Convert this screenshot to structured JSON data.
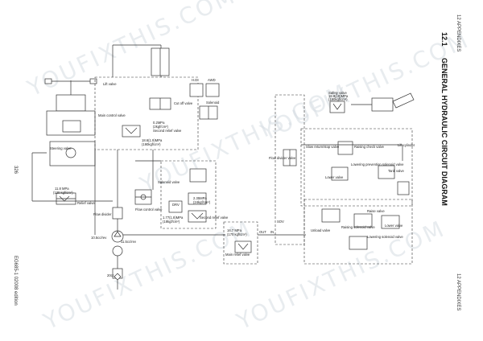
{
  "header": {
    "section_right_top": "12 APPENDIXES",
    "section_right_bottom": "12 APPENDIXES",
    "title_number": "12.1",
    "title": "GENERAL HYDRAULIC CIRCUIT DIAGRAM",
    "page_number": "326",
    "edition": "EG685-1 02008 edition"
  },
  "watermark": "YOUFIXTHIS.COM",
  "labels": {
    "lift_valve": "Lift valve",
    "cut_off_valve": "Cut off valve",
    "main_control_valve": "Main control valve",
    "second_relief_valve": "Second relief valve",
    "pressure_1": "0.2MPa",
    "pressure_1b": "(2kgf/cm²)",
    "pressure_2": "18.6(1.9)MPa",
    "pressure_2b": "(190kgf/cm²)",
    "solenoid": "Solenoid",
    "hd": "H.D",
    "awd": "AWD",
    "steering_valve": "Steering valve",
    "pressure_3": "11.8 MPa",
    "pressure_3b": "(120 kgf/cm²)",
    "relief_valve": "Relief valve",
    "flow_divider": "Flow divider",
    "flow_control_valve": "Flow control valve",
    "solenoid_valve": "Solenoid valve",
    "pressure_4": "2.35MPa",
    "pressure_4b": "(24kgf/cm²)",
    "pressure_5": "1.77(1.8)MPa",
    "pressure_5b": "(18kgf/cm²)",
    "second_relief_valve_2": "Second relief valve",
    "drv": "DRV",
    "pump_1": "10.5cc/rev",
    "pump_2": "11.5cc/rev",
    "pump_3": "20cc",
    "flow_divider_valve": "Flow divider valve",
    "pressure_6": "16.7 MPa",
    "pressure_6b": "(170 kgf/cm²)",
    "main_relief_valve": "Main relief valve",
    "safety_valve": "Safety valve",
    "pressure_7": "18.8(19)MPa",
    "pressure_7b": "(190kgf/cm²)",
    "slow_return_valve": "Slow return/stop valve",
    "raising_check_valve": "Raising check valve",
    "lower_valve": "Lower valve",
    "lowering_prevention": "Lowering prevention solenoid valve",
    "lift_cylinder": "Lift cylinder",
    "unload_valve": "Unload valve",
    "raise_valve": "Raise valve",
    "raising_solenoid": "Raising solenoid valve",
    "lower_valve_2": "Lower valve",
    "lowering_solenoid": "Lowering solenoid valve",
    "tank_valve": "Tank valve",
    "out": "OUT",
    "in": "IN",
    "sov": "SOV"
  },
  "colors": {
    "line": "#333333",
    "watermark": "#d7dde3"
  }
}
